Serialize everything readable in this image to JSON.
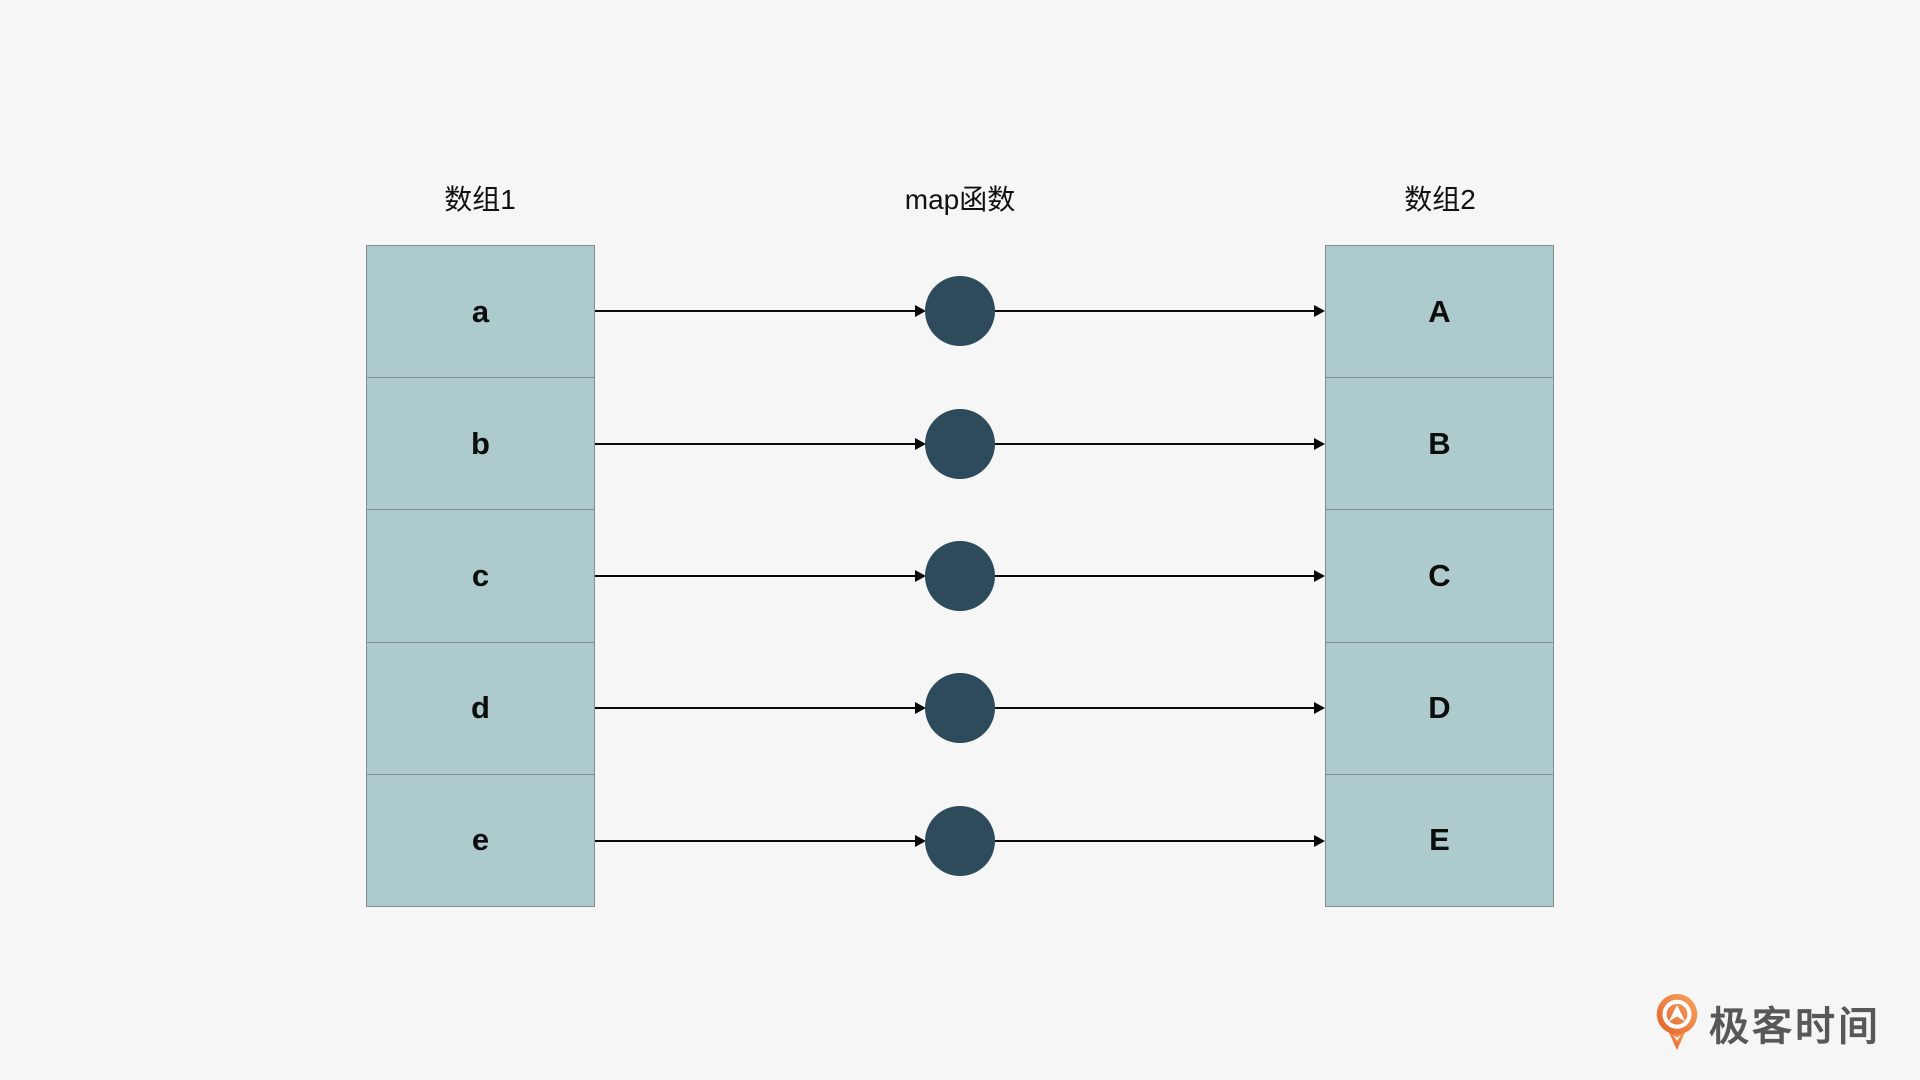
{
  "headers": {
    "array1": "数组1",
    "map": "map函数",
    "array2": "数组2"
  },
  "array1": {
    "cells": [
      "a",
      "b",
      "c",
      "d",
      "e"
    ]
  },
  "array2": {
    "cells": [
      "A",
      "B",
      "C",
      "D",
      "E"
    ]
  },
  "mappings": [
    {
      "from": "a",
      "to": "A"
    },
    {
      "from": "b",
      "to": "B"
    },
    {
      "from": "c",
      "to": "C"
    },
    {
      "from": "d",
      "to": "D"
    },
    {
      "from": "e",
      "to": "E"
    }
  ],
  "logo": {
    "text": "极客时间",
    "icon": "geektime-pin-icon"
  },
  "colors": {
    "background": "#f5f6f5",
    "cell_fill": "#adcbcc",
    "cell_border": "#7f8f8f",
    "circle_fill": "#2e4b5c",
    "arrow": "#0a0a0a",
    "header_text": "#111111",
    "cell_text": "#0d0d0d",
    "logo_text": "#5a5757",
    "logo_orange_light": "#f7a55f",
    "logo_orange_dark": "#e4622a"
  }
}
